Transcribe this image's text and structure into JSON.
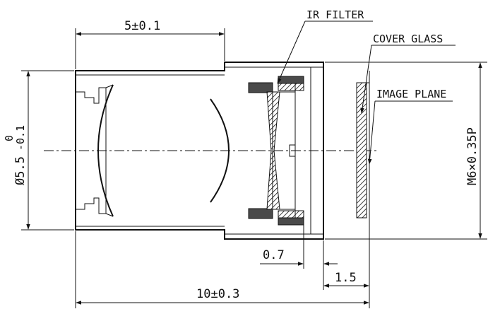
{
  "labels": {
    "ir_filter": "IR FILTER",
    "cover_glass": "COVER GLASS",
    "image_plane": "IMAGE PLANE"
  },
  "dimensions": {
    "top_length": "5±0.1",
    "total_length": "10±0.3",
    "filter_gap": "0.7",
    "back_focal": "1.5",
    "thread": "M6×0.35P",
    "diameter_main": "Ø5.5",
    "diameter_tol_upper": "0",
    "diameter_tol_lower": "-0.1"
  }
}
